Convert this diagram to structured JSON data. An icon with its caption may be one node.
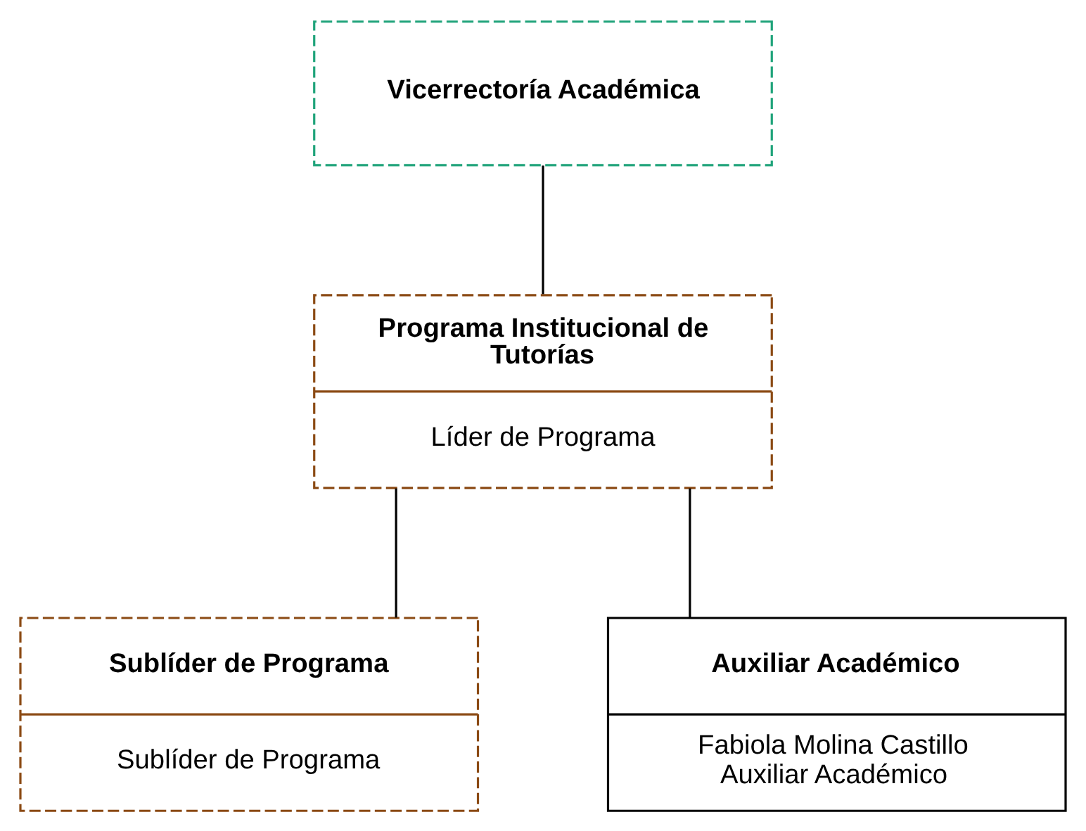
{
  "diagram": {
    "nodes": [
      {
        "text": [
          "Vicerrectoría Académica"
        ]
      },
      {
        "text": [
          "Programa Institucional de Tutorías",
          "Líder de Programa"
        ]
      },
      {
        "text": [
          "Sublíder de Programa",
          "Sublíder de Programa"
        ]
      },
      {
        "text": [
          "Auxiliar Académico",
          "Fabiola Molina Castillo Auxiliar Académico"
        ]
      }
    ],
    "edges": [
      {
        "from": 0,
        "to": 1,
        "arrow": "none"
      },
      {
        "from": 1,
        "to": 2,
        "arrow": "none"
      },
      {
        "from": 1,
        "to": 3,
        "arrow": "none"
      }
    ]
  }
}
